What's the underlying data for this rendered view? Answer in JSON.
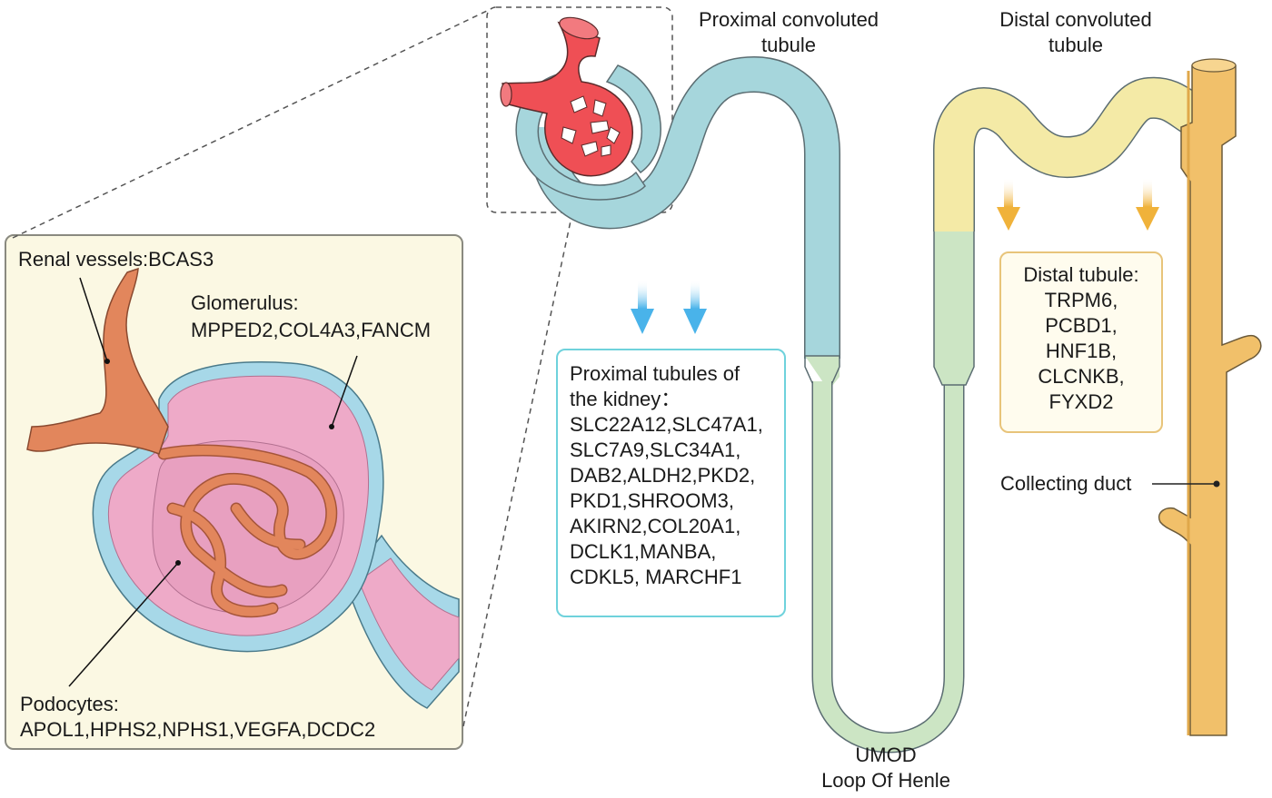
{
  "labels": {
    "proximal_convoluted": [
      "Proximal convoluted",
      "tubule"
    ],
    "distal_convoluted": [
      "Distal convoluted",
      "tubule"
    ],
    "renal_vessels": "Renal vessels:BCAS3",
    "glomerulus_title": "Glomerulus:",
    "glomerulus_genes": "MPPED2,COL4A3,FANCM",
    "podocytes_title": "Podocytes:",
    "podocytes_genes": "APOL1,HPHS2,NPHS1,VEGFA,DCDC2",
    "collecting_duct": "Collecting duct",
    "loop_gene": "UMOD",
    "loop_label": "Loop Of Henle"
  },
  "proximal_box": {
    "title_lines": [
      "Proximal tubules of",
      "the kidney："
    ],
    "genes": [
      "SLC22A12,SLC47A1,",
      "SLC7A9,SLC34A1,",
      "DAB2,ALDH2,PKD2,",
      "PKD1,SHROOM3,",
      "AKIRN2,COL20A1,",
      "DCLK1,MANBA,",
      "CDKL5, MARCHF1"
    ]
  },
  "distal_box": {
    "title": "Distal tubule:",
    "genes": [
      "TRPM6,",
      "PCBD1,",
      "HNF1B,",
      "CLCNKB,",
      "FYXD2"
    ]
  },
  "colors": {
    "proximal_tubule": "#a6d6dc",
    "loop": "#cce5c4",
    "distal_tubule": "#f4eaa6",
    "collecting_duct": "#f1c06a",
    "vessel": "#e2865c",
    "glomerulus_pink": "#eeaac8",
    "capsule_blue": "#a7d8e8",
    "blood_red": "#ef4f55",
    "arrow_blue": "#49b3ea",
    "arrow_orange": "#f0b23a"
  }
}
